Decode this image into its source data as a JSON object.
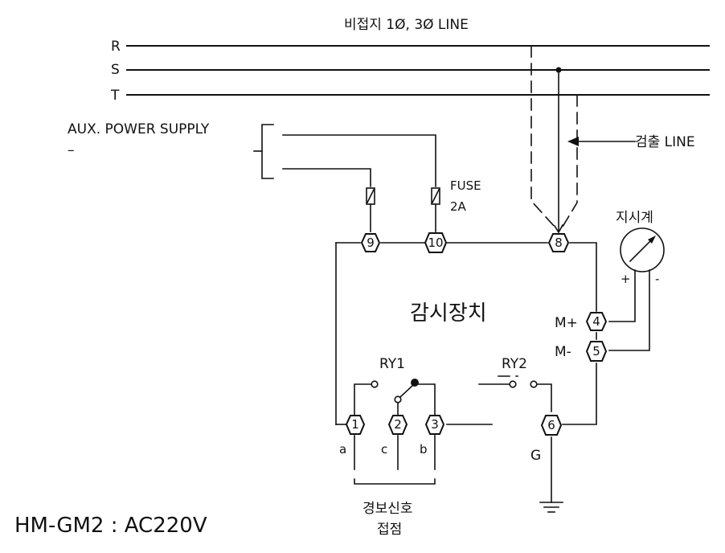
{
  "header": {
    "line_title": "비접지 1Ø, 3Ø LINE"
  },
  "lines": {
    "r": "R",
    "s": "S",
    "t": "T"
  },
  "aux_power": {
    "label": "AUX. POWER SUPPLY",
    "mark": "–"
  },
  "fuse": {
    "label": "FUSE",
    "rating": "2A"
  },
  "detect": {
    "label": "검출 LINE"
  },
  "meter": {
    "label": "지시계",
    "plus": "+",
    "minus": "-"
  },
  "device": {
    "label": "감시장치"
  },
  "terminals": {
    "t9": "9",
    "t10": "10",
    "t8": "8",
    "t4": "4",
    "t5": "5",
    "t1": "1",
    "t2": "2",
    "t3": "3",
    "t6": "6"
  },
  "terminal_labels": {
    "m_plus": "M+",
    "m_minus": "M-"
  },
  "relays": {
    "ry1": "RY1",
    "ry2": "RY2"
  },
  "contacts": {
    "a": "a",
    "c": "c",
    "b": "b",
    "ground": "G"
  },
  "alarm": {
    "line1": "경보신호",
    "line2": "접점"
  },
  "model": {
    "label": "HM-GM2 : AC220V"
  }
}
